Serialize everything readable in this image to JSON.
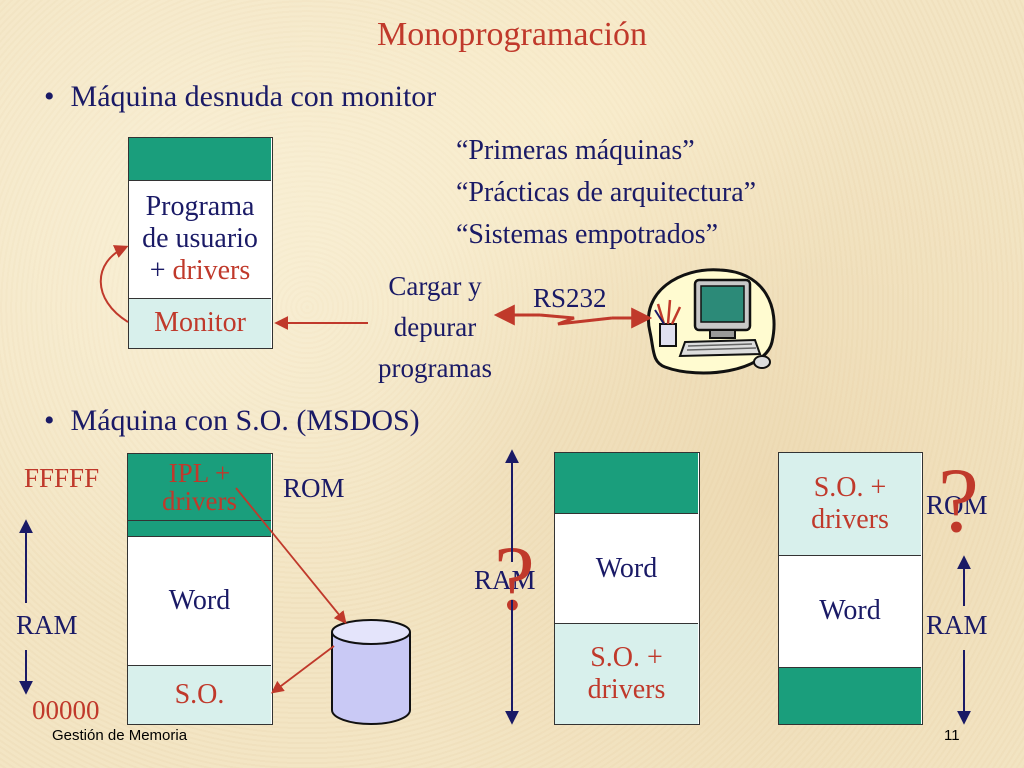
{
  "title": "Monoprogramación",
  "bullets": [
    "Máquina desnuda con monitor",
    "Máquina con S.O. (MSDOS)"
  ],
  "quotes": [
    "“Primeras máquinas”",
    "“Prácticas de arquitectura”",
    "“Sistemas empotrados”"
  ],
  "diagram1": {
    "program_line1": "Programa",
    "program_line2": "de usuario",
    "program_line3_prefix": "+ ",
    "program_line3_word": "drivers",
    "monitor": "Monitor",
    "load_line1": "Cargar y",
    "load_line2": "depurar",
    "load_line3": "programas",
    "rs232": "RS232"
  },
  "diagram2": {
    "top_line1": "IPL + ",
    "top_line2": "drivers",
    "word": "Word",
    "os": "S.O.",
    "ffff": "FFFFF",
    "rom": "ROM",
    "ram": "RAM",
    "zeros": "00000"
  },
  "diagram3": {
    "word": "Word",
    "os_line1": "S.O. +",
    "os_line2": "drivers",
    "ram": "RAM",
    "question": "?"
  },
  "diagram4": {
    "os_line1": "S.O. +",
    "os_line2": "drivers",
    "word": "Word",
    "rom": "ROM",
    "ram": "RAM",
    "question": "?"
  },
  "footer": {
    "left": "Gestión de Memoria",
    "right": "11"
  },
  "colors": {
    "title": "#c0392b",
    "text": "#1a1a66",
    "green": "#1a9e7c",
    "disk": "#c9c9f5"
  }
}
